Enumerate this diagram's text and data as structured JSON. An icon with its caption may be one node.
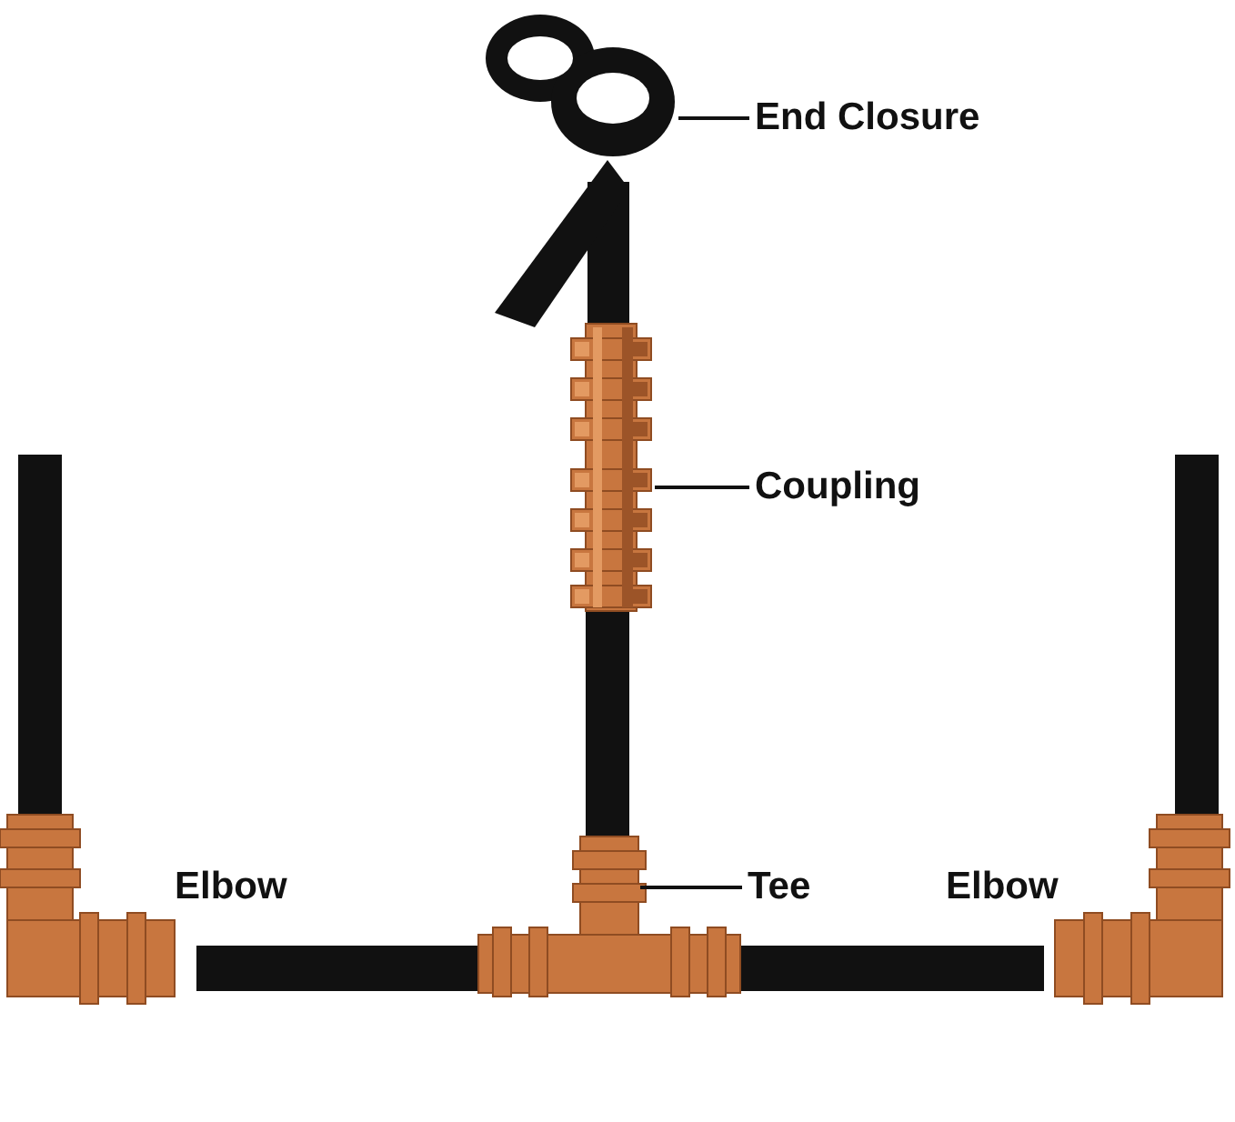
{
  "diagram": {
    "nodes": [
      {
        "text": [
          "End Closure"
        ]
      },
      {
        "text": [],
        "shape": "picture"
      },
      {
        "text": [
          "Coupling"
        ]
      },
      {
        "text": [],
        "shape": "picture"
      },
      {
        "text": [
          "Tee"
        ]
      },
      {
        "text": [],
        "shape": "picture"
      }
    ],
    "edges": [
      {
        "from": 0,
        "to": 1,
        "arrow": "none"
      },
      {
        "from": 2,
        "to": 3,
        "arrow": "none"
      },
      {
        "from": 4,
        "to": 5,
        "arrow": "none"
      }
    ],
    "labels": [
      "Elbow",
      "Elbow"
    ]
  }
}
